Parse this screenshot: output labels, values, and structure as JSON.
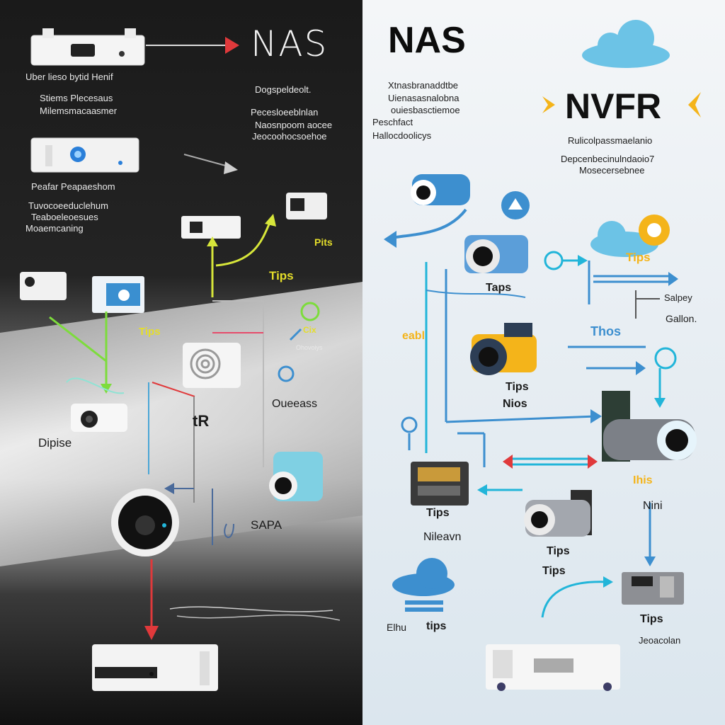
{
  "left": {
    "title": "NAS",
    "items": {
      "a1": "Uber lieso bytid Henif",
      "a2": "Stiems Plecesaus",
      "a3": "Milemsmacaasmer",
      "b1": "Dogspeldeolt.",
      "b2": "Pecesloeeblnlan",
      "b3": "Naosnpoom aocee",
      "b4": "Jeocoohocsoehoe",
      "c1": "Peafar Peapaeshom",
      "c2": "Tuvocoeeduclehum",
      "c3": "Teaboeleoesues",
      "c4": "Moaemcaning",
      "d1": "Pits",
      "d2": "Tips",
      "d3": "Tips",
      "d4": "Cix",
      "d5": "Ohovoiys",
      "e1": "Dipise",
      "e2": "tR",
      "e3": "Oueeass",
      "e4": "SAPA"
    }
  },
  "right": {
    "title": "NAS",
    "subtitle_box": "NVFR",
    "items": {
      "r1": "Xtnasbranaddtbe",
      "r2": "Uienasasnalobna",
      "r3": "ouiesbasctiemoe",
      "r4": "Peschfact",
      "r5": "Hallocdoolicys",
      "r6": "Rulicolpassmaelanio",
      "r7": "Depcenbecinulndaoio7",
      "r8": "Mosecersebnee",
      "t1": "Tips",
      "t2": "Taps",
      "t3": "Thos",
      "t4": "Tips",
      "t5": "Nios",
      "t6": "Tips",
      "t7": "Nileavn",
      "t8": "Tips",
      "t9": "Tips",
      "t10": "tips",
      "t11": "Tips",
      "t12": "Nini",
      "s1": "Salpey",
      "s2": "Gallon.",
      "s3": "eabl",
      "s4": "Jeoacolan",
      "s5": "Ihis",
      "s6": "Elhu"
    }
  },
  "colors": {
    "arrow_red": "#e0393b",
    "arrow_yellow": "#d7e63a",
    "arrow_green": "#7ddc3c",
    "arrow_blue": "#3d8fcf",
    "arrow_cyan": "#22b5d9",
    "accent_orange": "#f4b41a"
  }
}
